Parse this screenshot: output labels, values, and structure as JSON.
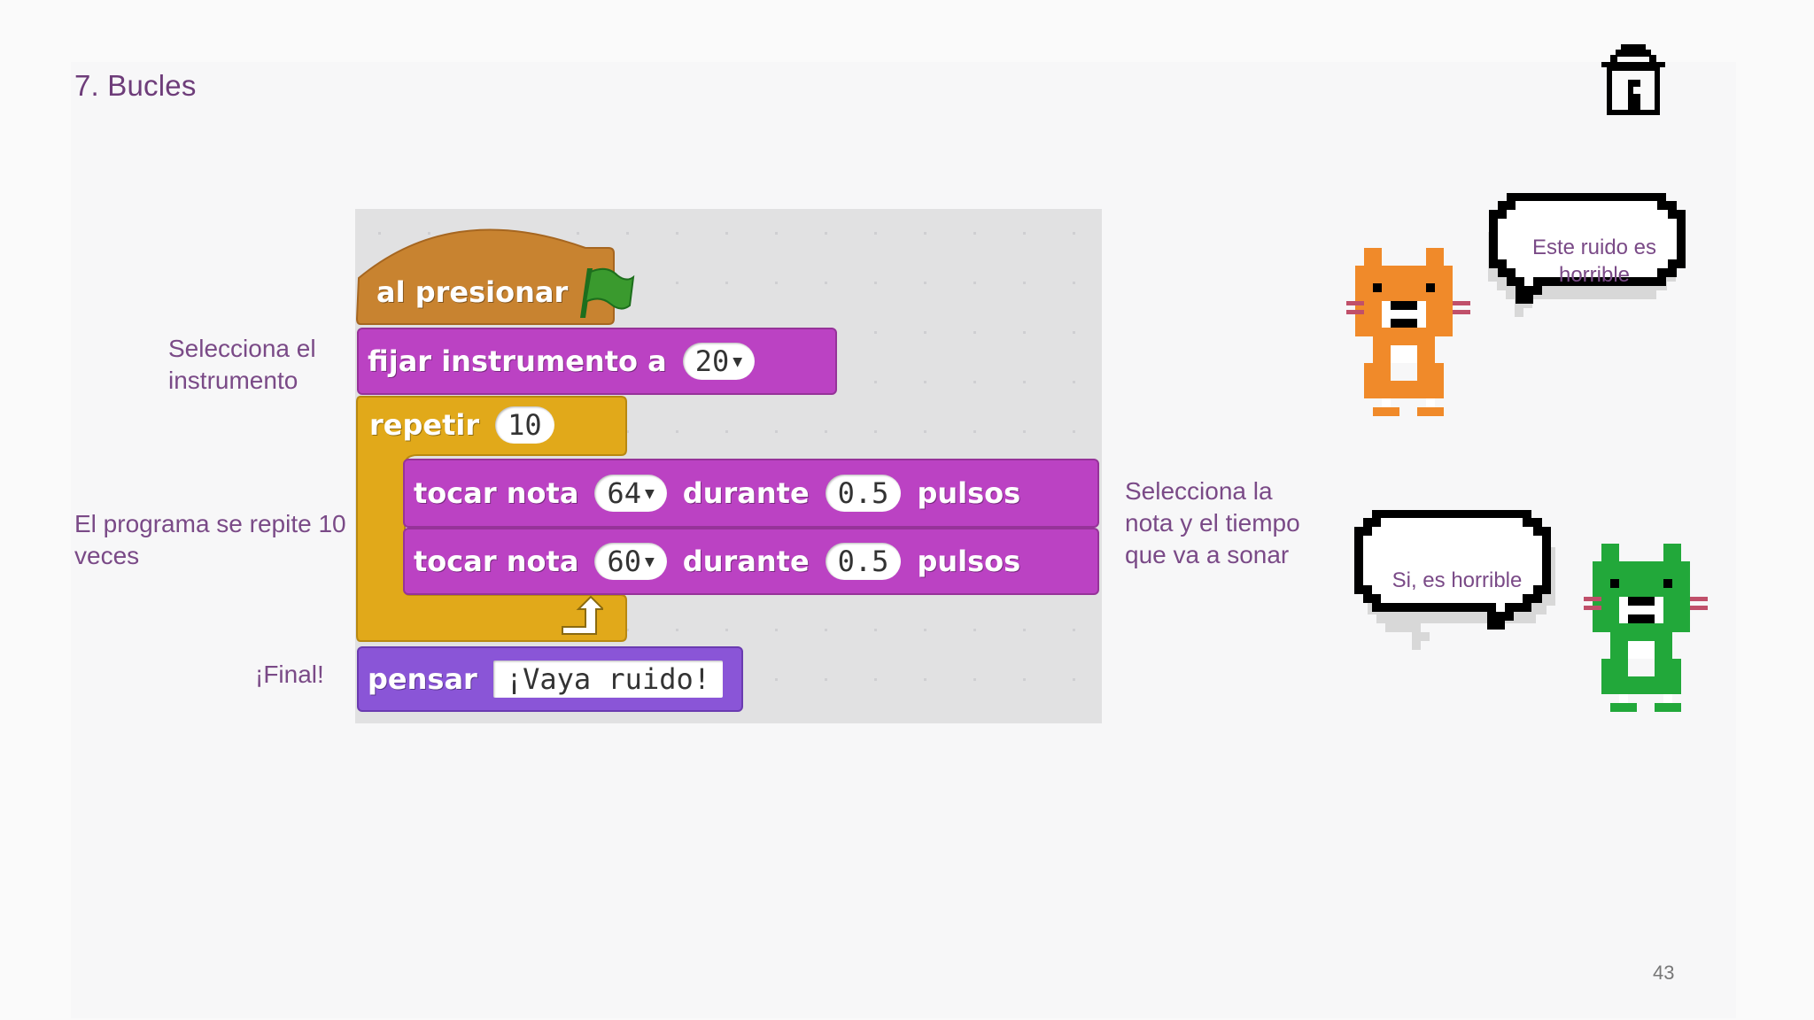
{
  "slide": {
    "title": "7. Bucles",
    "page_number": "43"
  },
  "notes": {
    "instrument": "Selecciona el instrumento",
    "repeat": "El programa se repite 10 veces",
    "final": "¡Final!",
    "note_time": "Selecciona la nota y el tiempo que va a sonar"
  },
  "script": {
    "hat": {
      "label": "al presionar",
      "icon": "green-flag-icon"
    },
    "set_instrument": {
      "label": "fijar instrumento a",
      "value": "20"
    },
    "repeat": {
      "label": "repetir",
      "value": "10",
      "icon": "loop-arrow-icon"
    },
    "play1": {
      "label": "tocar nota",
      "note": "64",
      "mid": "durante",
      "beats": "0.5",
      "unit": "pulsos"
    },
    "play2": {
      "label": "tocar nota",
      "note": "60",
      "mid": "durante",
      "beats": "0.5",
      "unit": "pulsos"
    },
    "think": {
      "label": "pensar",
      "value": "¡Vaya ruido!"
    }
  },
  "bubbles": {
    "orange_cat": "Este ruido es horrible",
    "green_cat": "Si, es horrible"
  },
  "colors": {
    "events": "#c88330",
    "control": "#e1a91a",
    "sound": "#bb42c3",
    "looks": "#8a55d7",
    "orange_cat": "#f08a2a",
    "green_cat": "#22a83a",
    "text_accent": "#7a4a87"
  }
}
